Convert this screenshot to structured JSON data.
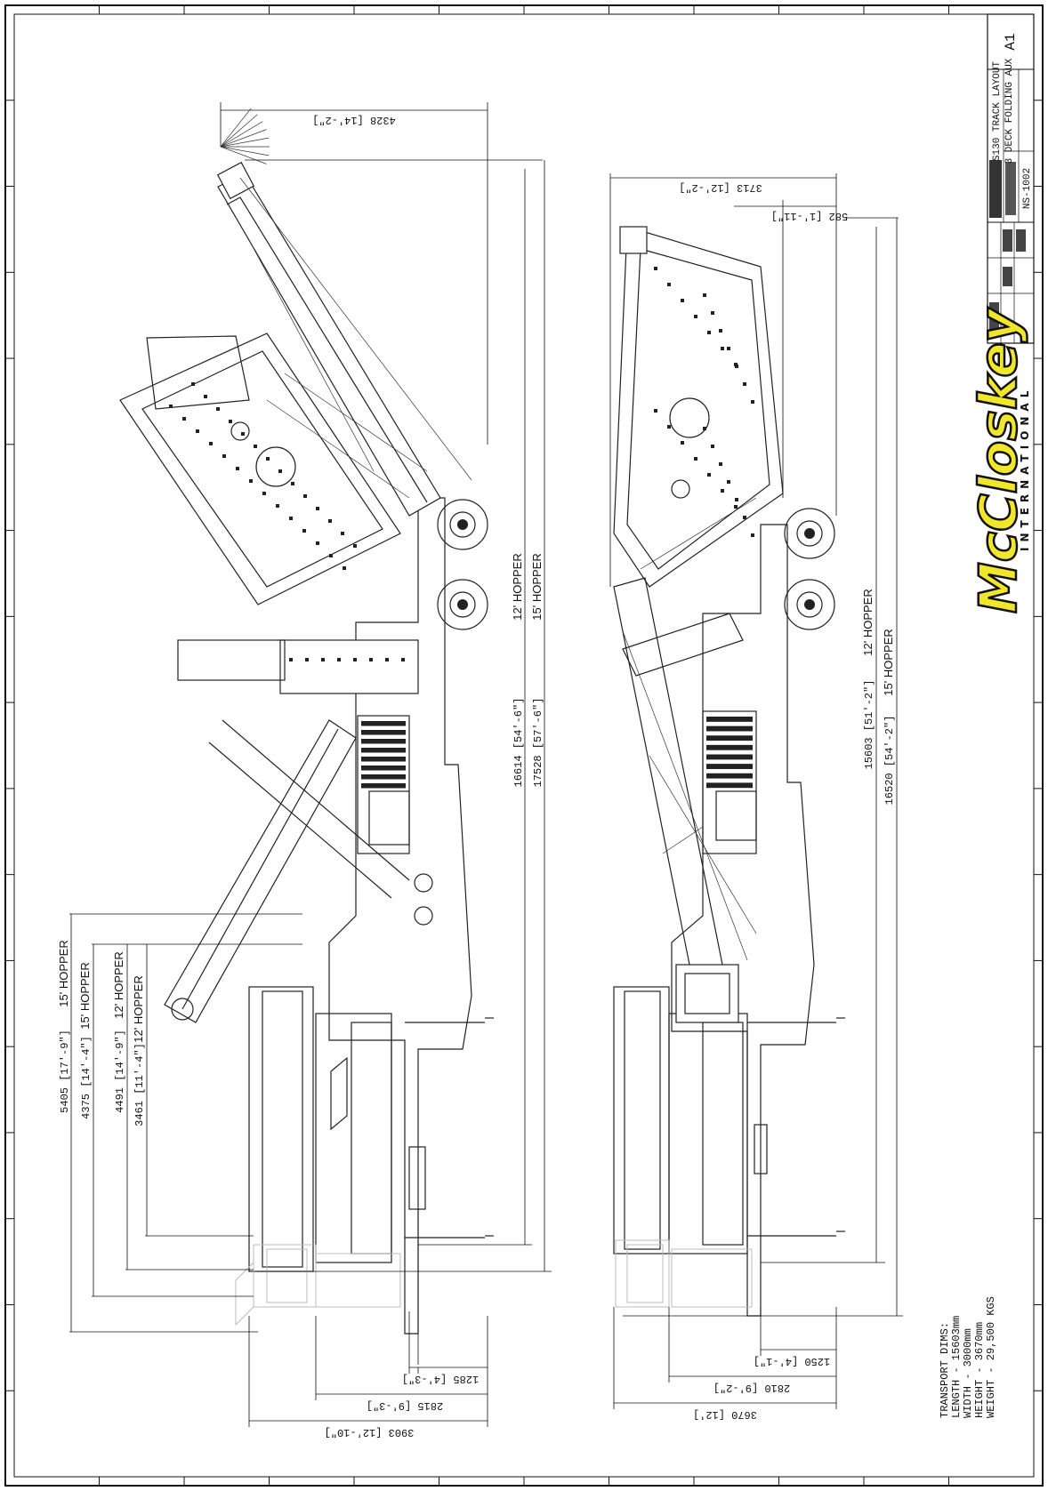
{
  "title_block": {
    "title_line1": "S130 TRACK LAYOUT",
    "title_line2": "3 DECK FOLDING AUX",
    "drawing_number": "NS-1002",
    "sheet_size": "A1"
  },
  "logo": {
    "brand": "McCloskey",
    "subtitle": "INTERNATIONAL",
    "brand_color": "#f0e62a"
  },
  "transport_dims": {
    "heading": "TRANSPORT DIMS:",
    "length": "LENGTH - 15603mm",
    "width": "WIDTH - 3000mm",
    "height": "HEIGHT - 3670mm",
    "weight": "WEIGHT - 29,500 KGS"
  },
  "working_view": {
    "dim_top": "4328 [14'-2\"]",
    "dim_12ft_hopper_length": "16614 [54'-6\"]",
    "label_12ft_hopper_length": "12' HOPPER",
    "dim_15ft_hopper_length": "17528 [57'-6\"]",
    "label_15ft_hopper_length": "15' HOPPER",
    "dim_height_15_a": "5405 [17'-9\"]",
    "label_height_15_a": "15' HOPPER",
    "dim_height_15_b": "4375 [14'-4\"]",
    "label_height_15_b": "15' HOPPER",
    "dim_height_12_a": "4491 [14'-9\"]",
    "label_height_12_a": "12' HOPPER",
    "dim_height_12_b": "3461 [11'-4\"]",
    "label_height_12_b": "12' HOPPER",
    "dim_bottom_1": "1285 [4'-3\"]",
    "dim_bottom_2": "2815 [9'-3\"]",
    "dim_bottom_3": "3903 [12'-10\"]"
  },
  "transport_view": {
    "dim_top_1": "3713 [12'-2\"]",
    "dim_top_2": "582 [1'-11\"]",
    "dim_12ft_hopper_length": "15603 [51'-2\"]",
    "label_12ft_hopper_length": "12' HOPPER",
    "dim_15ft_hopper_length": "16520 [54'-2\"]",
    "label_15ft_hopper_length": "15' HOPPER",
    "dim_bottom_1": "1250 [4'-1\"]",
    "dim_bottom_2": "2810 [9'-2\"]",
    "dim_bottom_3": "3670 [12']"
  }
}
